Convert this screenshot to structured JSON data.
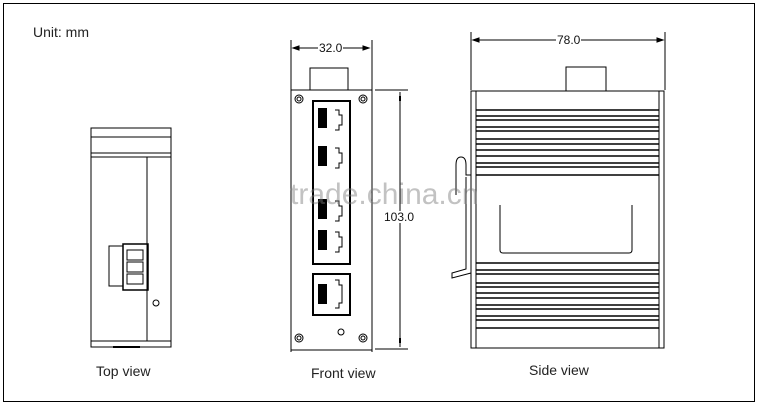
{
  "unit_label": "Unit: mm",
  "views": {
    "top": {
      "label": "Top view"
    },
    "front": {
      "label": "Front view",
      "width_dim": "32.0",
      "height_dim": "103.0",
      "ports": 5
    },
    "side": {
      "label": "Side view",
      "width_dim": "78.0"
    }
  },
  "watermark": "trade.china.cn",
  "colors": {
    "line": "#000000",
    "background": "#ffffff"
  }
}
